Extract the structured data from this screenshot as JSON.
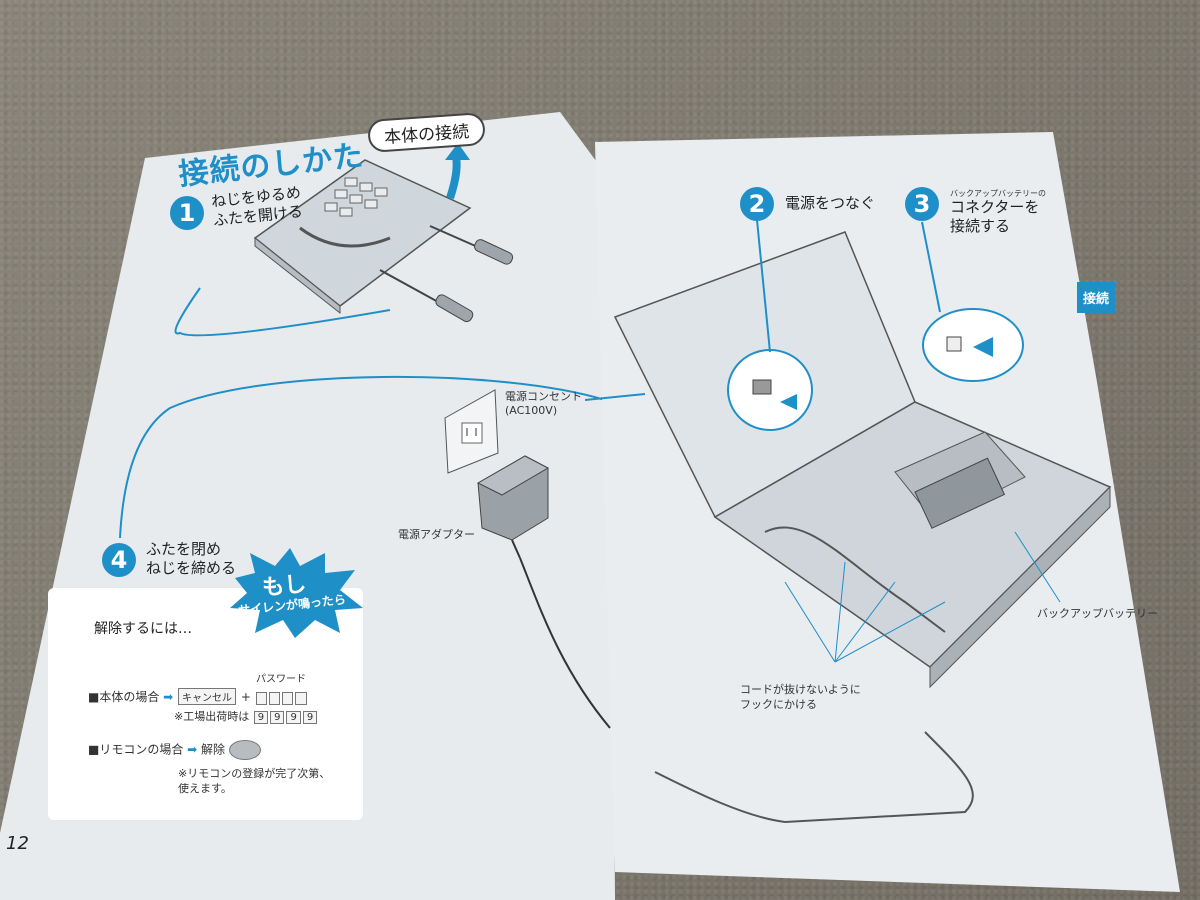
{
  "left_page": {
    "title": "接続のしかた",
    "section_pill": "本体の接続",
    "page_number": "12",
    "step1": {
      "num": "1",
      "line1": "ねじをゆるめ",
      "line2": "ふたを開ける"
    },
    "step4": {
      "num": "4",
      "line1": "ふたを閉め",
      "line2": "ねじを締める"
    },
    "outlet_label": {
      "line1": "電源コンセント",
      "line2": "(AC100V)"
    },
    "adapter_label": "電源アダプター",
    "callout": {
      "big": "もし",
      "small": "サイレンが鳴ったら"
    },
    "release": {
      "heading": "解除するには…",
      "body_label": "■本体の場合",
      "cancel_key": "キャンセル",
      "plus": "+",
      "password_label": "パスワード",
      "factory_note": "※工場出荷時は",
      "factory_digits": [
        "9",
        "9",
        "9",
        "9"
      ],
      "remote_label": "■リモコンの場合",
      "remote_button": "解除",
      "remote_note_line1": "※リモコンの登録が完了次第、",
      "remote_note_line2": "使えます。"
    }
  },
  "right_page": {
    "side_tab": "接続",
    "step2": {
      "num": "2",
      "label": "電源をつなぐ"
    },
    "step3": {
      "num": "3",
      "small": "バックアップバッテリーの",
      "line1": "コネクターを",
      "line2": "接続する"
    },
    "battery_label": "バックアップバッテリー",
    "hook_label": {
      "line1": "コードが抜けないように",
      "line2": "フックにかける"
    }
  },
  "colors": {
    "accent": "#1f8fc8",
    "page_left": "#e7ebee",
    "page_right": "#e9edf0",
    "carpet": "#7f7a6f"
  }
}
